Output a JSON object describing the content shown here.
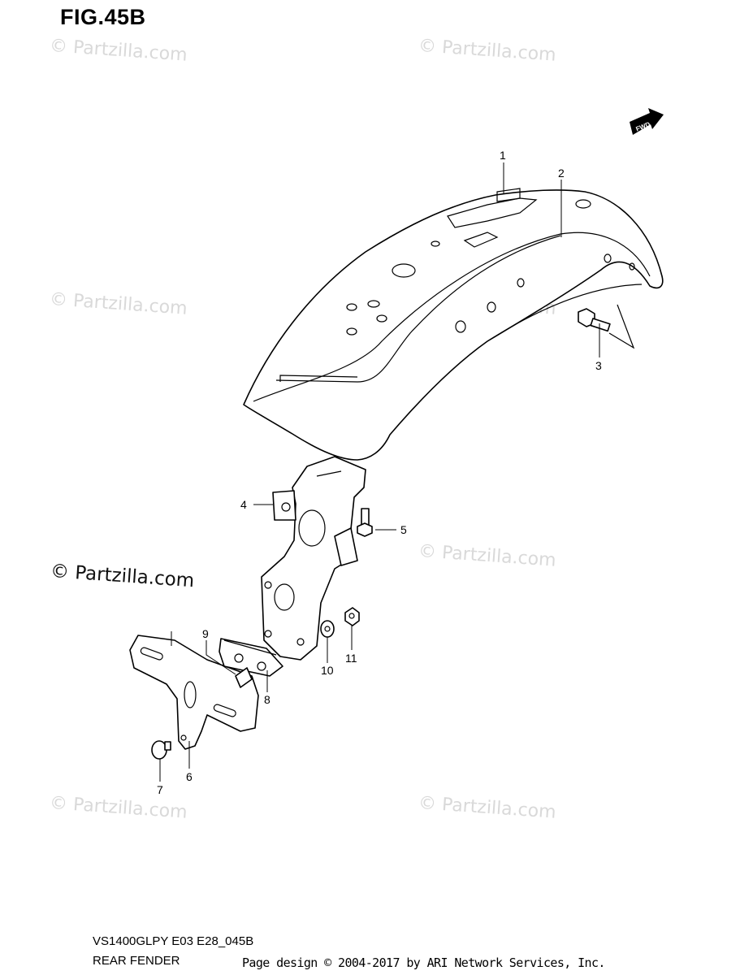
{
  "figure": {
    "title": "FIG.45B"
  },
  "watermarks": {
    "text": "© Partzilla.com",
    "prominent_text": "© Partzilla.com"
  },
  "badge": {
    "label": "FWD"
  },
  "callouts": [
    {
      "number": "1"
    },
    {
      "number": "2"
    },
    {
      "number": "3"
    },
    {
      "number": "4"
    },
    {
      "number": "5"
    },
    {
      "number": "6"
    },
    {
      "number": "7"
    },
    {
      "number": "8"
    },
    {
      "number": "9"
    },
    {
      "number": "10"
    },
    {
      "number": "11"
    }
  ],
  "footer": {
    "model": "VS1400GLPY E03 E28_045B",
    "section": "REAR FENDER",
    "credit": "Page design © 2004-2017 by ARI Network Services, Inc."
  }
}
